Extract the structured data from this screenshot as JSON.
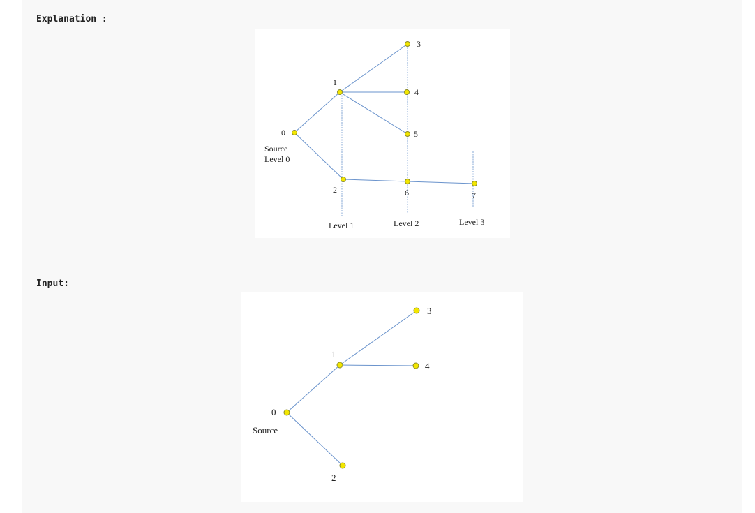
{
  "headings": {
    "explanation": "Explanation :",
    "input": "Input:"
  },
  "colors": {
    "node_fill": "#f2e600",
    "edge": "#6a93cc"
  },
  "explanation_graph": {
    "nodes": [
      "0",
      "1",
      "2",
      "3",
      "4",
      "5",
      "6",
      "7"
    ],
    "edges": [
      [
        "0",
        "1"
      ],
      [
        "0",
        "2"
      ],
      [
        "1",
        "3"
      ],
      [
        "1",
        "4"
      ],
      [
        "1",
        "5"
      ],
      [
        "2",
        "6"
      ],
      [
        "6",
        "7"
      ]
    ],
    "source_label": "Source",
    "level0_label": "Level 0",
    "level_labels": [
      "Level 1",
      "Level 2",
      "Level 3"
    ]
  },
  "input_graph": {
    "nodes": [
      "0",
      "1",
      "2",
      "3",
      "4"
    ],
    "edges": [
      [
        "0",
        "1"
      ],
      [
        "0",
        "2"
      ],
      [
        "1",
        "3"
      ],
      [
        "1",
        "4"
      ]
    ],
    "source_label": "Source"
  }
}
